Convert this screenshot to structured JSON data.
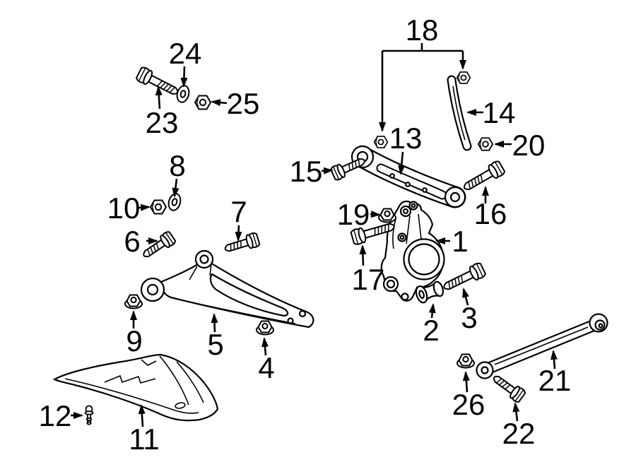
{
  "diagram": {
    "background_color": "#ffffff",
    "line_color": "#000000",
    "callouts": [
      {
        "number": "1"
      },
      {
        "number": "2"
      },
      {
        "number": "3"
      },
      {
        "number": "4"
      },
      {
        "number": "5"
      },
      {
        "number": "6"
      },
      {
        "number": "7"
      },
      {
        "number": "8"
      },
      {
        "number": "9"
      },
      {
        "number": "10"
      },
      {
        "number": "11"
      },
      {
        "number": "12"
      },
      {
        "number": "13"
      },
      {
        "number": "14"
      },
      {
        "number": "15"
      },
      {
        "number": "16"
      },
      {
        "number": "17"
      },
      {
        "number": "18"
      },
      {
        "number": "19"
      },
      {
        "number": "20"
      },
      {
        "number": "21"
      },
      {
        "number": "22"
      },
      {
        "number": "23"
      },
      {
        "number": "24"
      },
      {
        "number": "25"
      },
      {
        "number": "26"
      }
    ]
  }
}
